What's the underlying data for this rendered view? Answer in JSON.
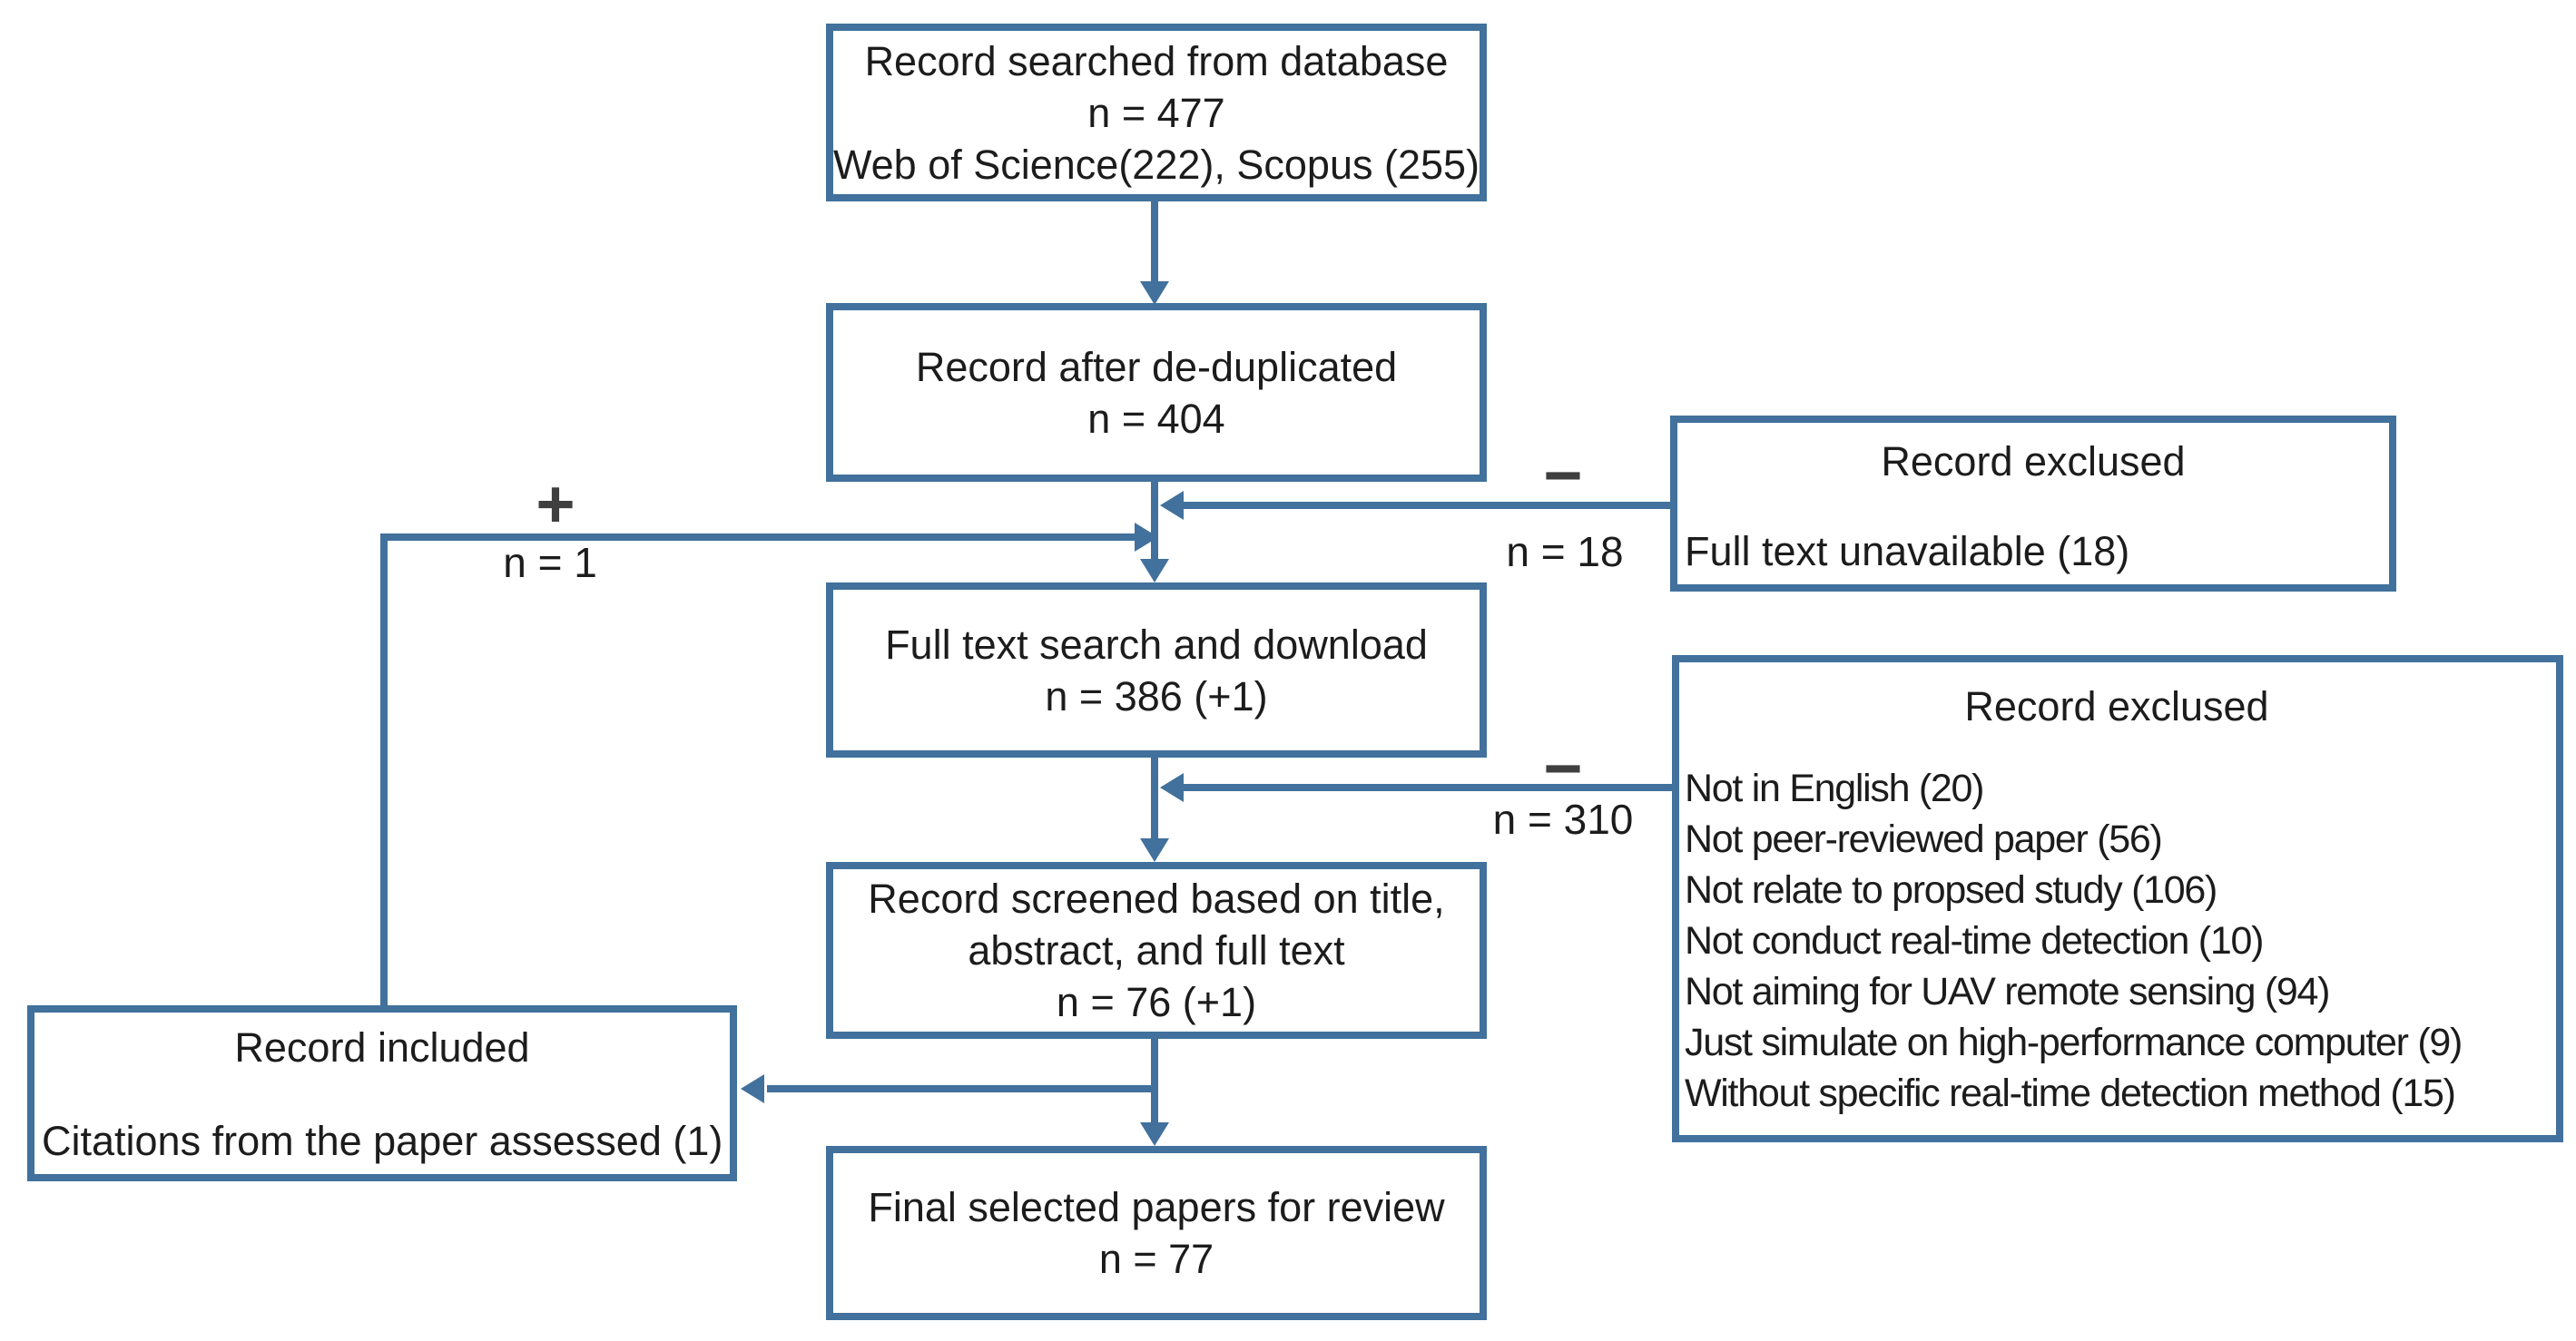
{
  "colors": {
    "accent_blue": "#41719C",
    "sign_gray": "#3F3F3F",
    "text_black": "#1C1C1C",
    "background": "#FFFFFF"
  },
  "flowchart": {
    "boxes": {
      "searched": {
        "line1": "Record searched from database",
        "line2": "n = 477",
        "line3": "Web of Science(222), Scopus (255)"
      },
      "deduplicated": {
        "line1": "Record after de-duplicated",
        "line2": "n = 404"
      },
      "fulltext": {
        "line1": "Full text search and download",
        "line2": "n = 386 (+1)"
      },
      "screened": {
        "line1": "Record screened based on title,",
        "line2": "abstract, and full text",
        "line3": "n = 76 (+1)"
      },
      "final": {
        "line1": "Final selected papers for review",
        "line2": "n = 77"
      },
      "excluded_fulltext": {
        "title": "Record exclused",
        "item1": "Full text unavailable (18)"
      },
      "excluded_screening": {
        "title": "Record exclused",
        "item1": "Not in English (20)",
        "item2": "Not peer-reviewed paper (56)",
        "item3": "Not relate to propsed study (106)",
        "item4": "Not conduct real-time detection (10)",
        "item5": "Not aiming for UAV remote sensing (94)",
        "item6": "Just simulate on high-performance computer (9)",
        "item7": "Without specific real-time detection method (15)"
      },
      "included": {
        "title": "Record included",
        "item1": "Citations from the paper assessed (1)"
      }
    },
    "labels": {
      "plus_sign": "+",
      "plus_count": "n = 1",
      "minus_sign_top": "−",
      "minus_count_top": "n = 18",
      "minus_sign_bottom": "−",
      "minus_count_bottom": "n = 310"
    }
  }
}
